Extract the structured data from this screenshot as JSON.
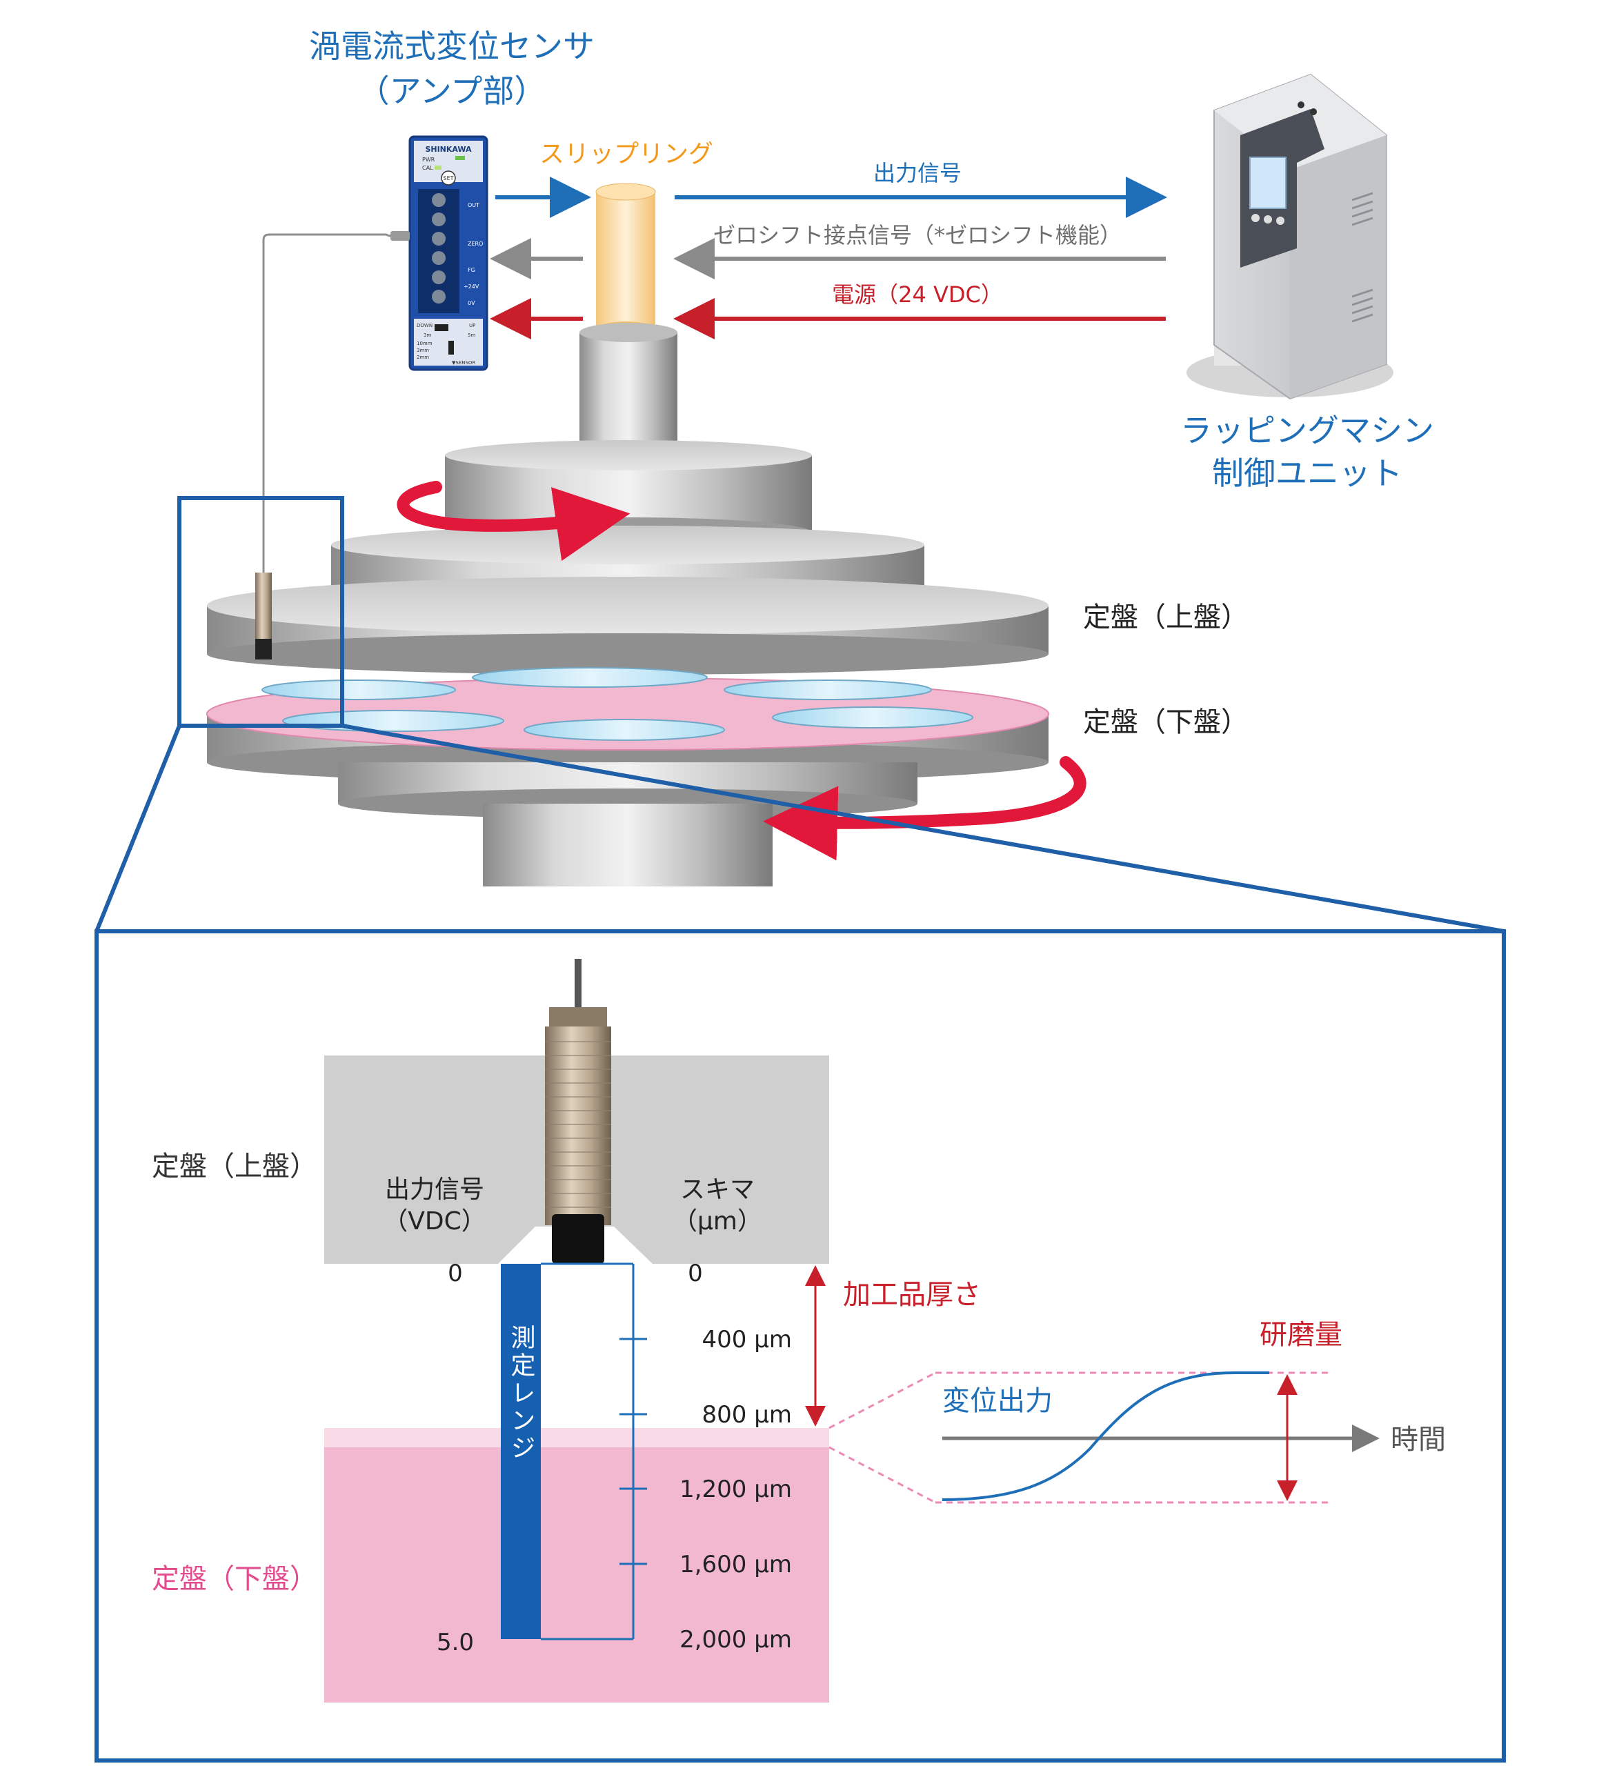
{
  "amp": {
    "title_line1": "渦電流式変位センサ",
    "title_line2": "（アンプ部）",
    "brand": "SHINKAWA",
    "panel_pwr": "PWR",
    "panel_cal": "CAL",
    "panel_set": "SET",
    "panel_out": "OUT",
    "panel_zero": "ZERO",
    "panel_fg": "FG",
    "panel_24v": "+24V",
    "panel_0v": "0V",
    "panel_down": "DOWN",
    "panel_up": "UP",
    "panel_3m": "3m",
    "panel_5m": "5m",
    "panel_10mm": "10mm",
    "panel_3mm": "3mm",
    "panel_2mm": "2mm",
    "panel_sensor": "▼SENSOR"
  },
  "slip_ring": {
    "label": "スリップリング"
  },
  "signals": {
    "output": "出力信号",
    "zero_shift": "ゼロシフト接点信号（*ゼロシフト機能）",
    "power": "電源（24 VDC）"
  },
  "control_unit": {
    "line1": "ラッピングマシン",
    "line2": "制御ユニット"
  },
  "platens": {
    "upper": "定盤（上盤）",
    "lower": "定盤（下盤）"
  },
  "detail": {
    "upper_label": "定盤（上盤）",
    "lower_label": "定盤（下盤）",
    "output_signal_line1": "出力信号",
    "output_signal_line2": "（VDC）",
    "gap_line1": "スキマ",
    "gap_line2": "（μm）",
    "v_zero": "0",
    "v_max": "5.0",
    "gap_zero": "0",
    "range_label": "測定レンジ",
    "ticks": [
      "400 μm",
      "800 μm",
      "1,200 μm",
      "1,600 μm",
      "2,000 μm"
    ],
    "workpiece_thickness": "加工品厚さ",
    "polish_amount": "研磨量",
    "displacement_output": "変位出力",
    "time": "時間"
  },
  "colors": {
    "blue": "#1e6fb8",
    "frame_blue": "#1f5fa8",
    "gray_arrow": "#8a8a8a",
    "red": "#c8202a",
    "orange": "#f39a1e",
    "pink": "#f2b8d0",
    "lower_label_pink": "#e24b8d",
    "range_bar": "#1560b0",
    "gray_block": "#cfcfcf"
  }
}
